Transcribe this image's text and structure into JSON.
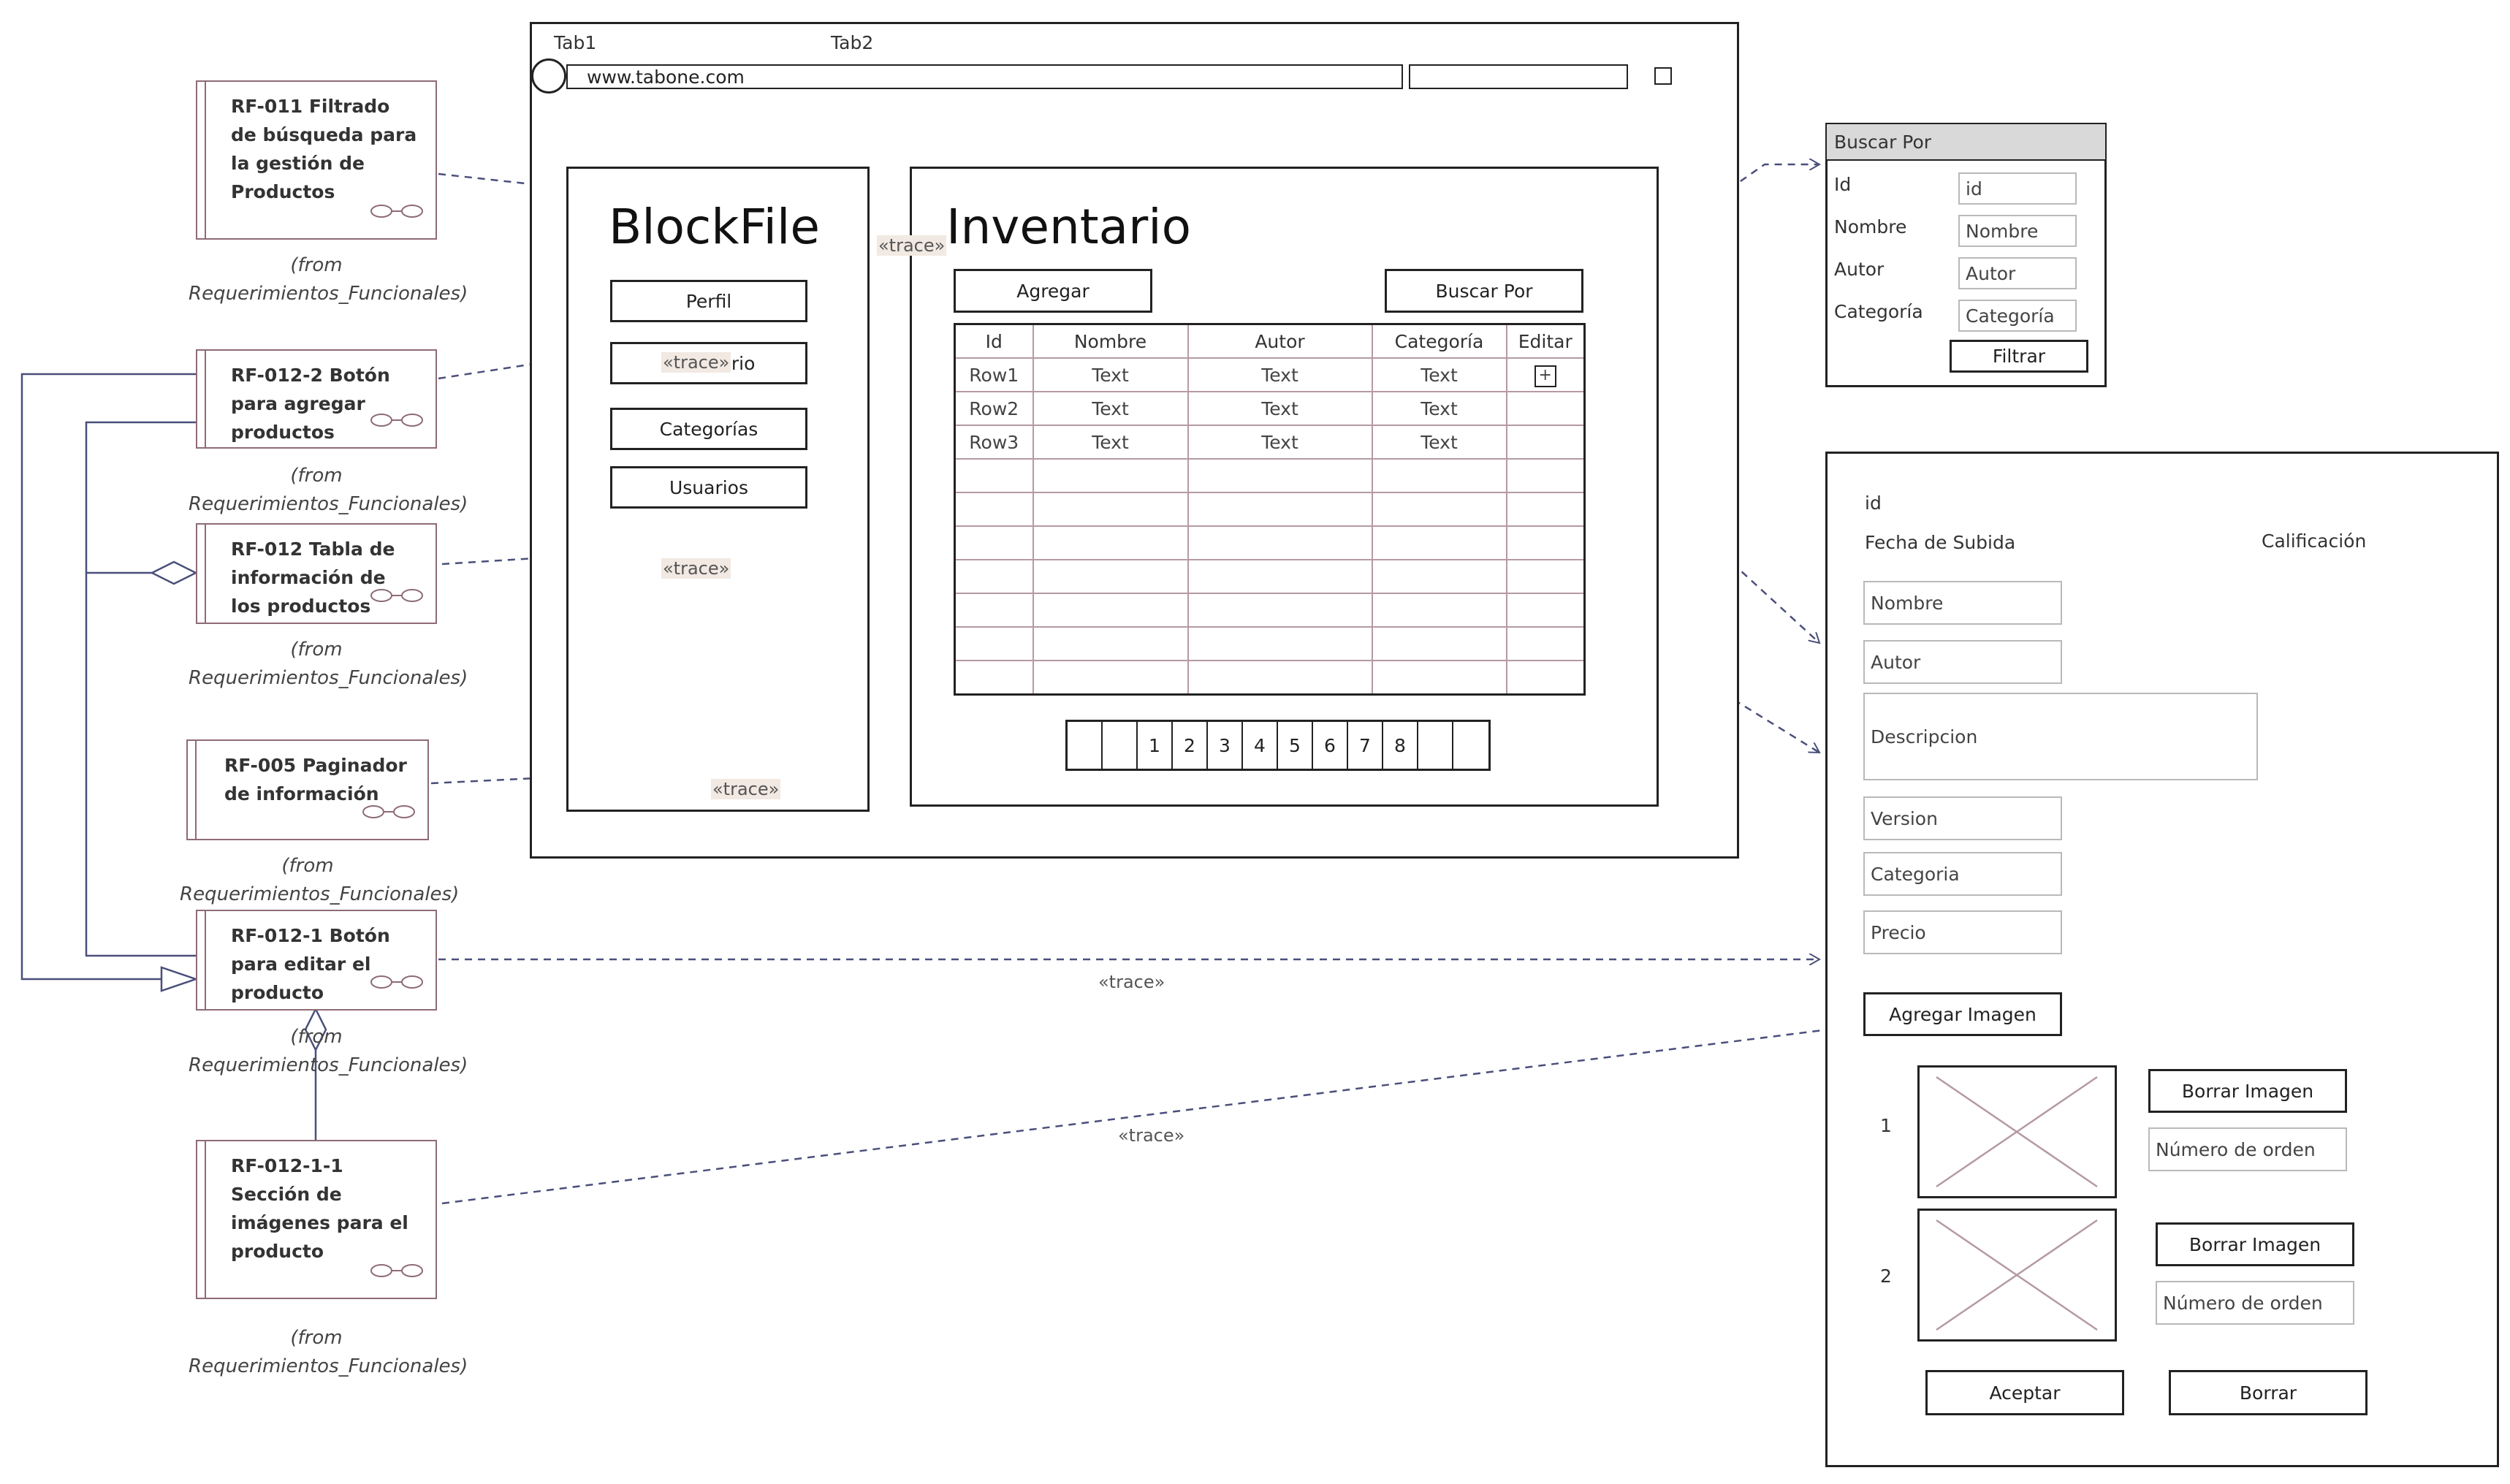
{
  "requirements": [
    {
      "id": "rf011",
      "text": "RF-011 Filtrado de búsqueda para la gestión de Productos",
      "from": "(from Requerimientos_Funcionales)"
    },
    {
      "id": "rf0122",
      "text": "RF-012-2 Botón para agregar productos",
      "from": "(from Requerimientos_Funcionales)"
    },
    {
      "id": "rf012",
      "text": "RF-012 Tabla de información de los productos",
      "from": "(from Requerimientos_Funcionales)"
    },
    {
      "id": "rf005",
      "text": "RF-005 Paginador de información",
      "from": "(from Requerimientos_Funcionales)"
    },
    {
      "id": "rf0121",
      "text": "RF-012-1 Botón para editar el producto",
      "from": "(from Requerimientos_Funcionales)"
    },
    {
      "id": "rf01211",
      "text": "RF-012-1-1 Sección de imágenes para el producto",
      "from": "(from Requerimientos_Funcionales)"
    }
  ],
  "trace_label": "«trace»",
  "browser": {
    "tab1": "Tab1",
    "tab2": "Tab2",
    "url": "www.tabone.com"
  },
  "sidebar": {
    "brand": "BlockFile",
    "buttons": [
      "Perfil",
      "Inventario",
      "Categorías",
      "Usuarios"
    ]
  },
  "inventory": {
    "title": "Inventario",
    "add_button": "Agregar",
    "search_button": "Buscar Por",
    "headers": [
      "Id",
      "Nombre",
      "Autor",
      "Categoría",
      "Editar"
    ],
    "rows": [
      [
        "Row1",
        "Text",
        "Text",
        "Text",
        "+"
      ],
      [
        "Row2",
        "Text",
        "Text",
        "Text",
        ""
      ],
      [
        "Row3",
        "Text",
        "Text",
        "Text",
        ""
      ]
    ],
    "empty_rows": 7,
    "pages": [
      "",
      "",
      "1",
      "2",
      "3",
      "4",
      "5",
      "6",
      "7",
      "8",
      "",
      ""
    ]
  },
  "search_panel": {
    "title": "Buscar Por",
    "fields": [
      {
        "label": "Id",
        "placeholder": "id"
      },
      {
        "label": "Nombre",
        "placeholder": "Nombre"
      },
      {
        "label": "Autor",
        "placeholder": "Autor"
      },
      {
        "label": "Categoría",
        "placeholder": "Categoría"
      }
    ],
    "filter_button": "Filtrar"
  },
  "edit_panel": {
    "id_label": "id",
    "date_label": "Fecha de Subida",
    "rating_label": "Calificación",
    "fields": {
      "nombre": "Nombre",
      "autor": "Autor",
      "descripcion": "Descripcion",
      "version": "Version",
      "categoria": "Categoria",
      "precio": "Precio"
    },
    "add_image": "Agregar Imagen",
    "images": [
      {
        "index": "1",
        "delete": "Borrar Imagen",
        "order": "Número de orden"
      },
      {
        "index": "2",
        "delete": "Borrar Imagen",
        "order": "Número de orden"
      }
    ],
    "accept": "Aceptar",
    "delete": "Borrar"
  },
  "colors": {
    "trace_line": "#4a4f7a",
    "req_border": "#8e6b74",
    "table_grid": "#b59aa2"
  }
}
